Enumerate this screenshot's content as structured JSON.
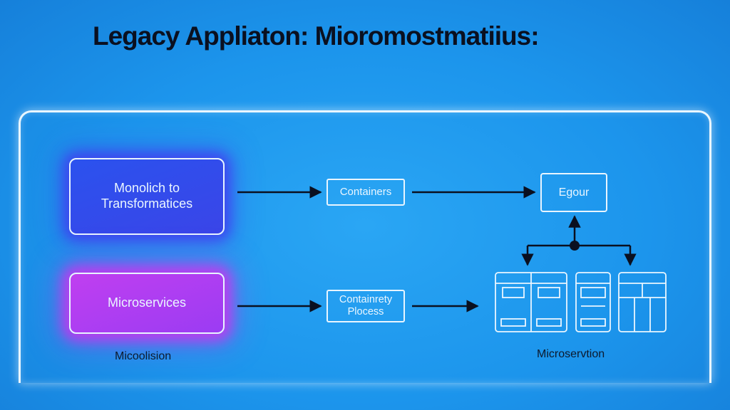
{
  "title": "Legacy Appliaton: Mioromostmatiius:",
  "nodes": {
    "monolith": "Monolich to\nTransformatices",
    "microservices": "Microservices",
    "containers": "Containers",
    "process": "Containrety\nPlocess",
    "egour": "Egour"
  },
  "captions": {
    "left": "Micoolision",
    "right": "Microservtion"
  },
  "colors": {
    "background": "#1c95ec",
    "monolith_glow": "#3a45e8",
    "microservices_glow": "#c03ff0",
    "line": "#e9f6ff",
    "arrow": "#0a1020"
  },
  "icons": [
    "server-rack-icon",
    "server-rack-icon",
    "server-rack-icon",
    "server-rack-icon"
  ]
}
